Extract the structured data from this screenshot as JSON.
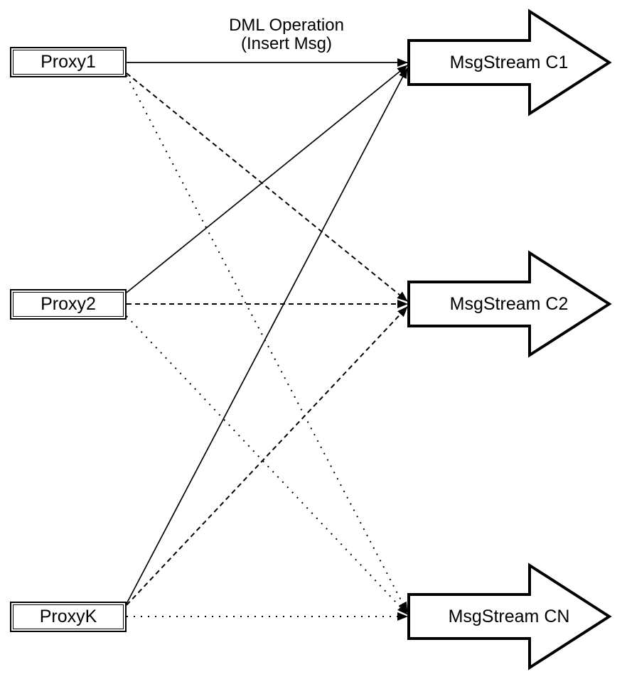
{
  "title_label": {
    "line1": "DML Operation",
    "line2": "(Insert Msg)"
  },
  "proxies": [
    {
      "id": "proxy1",
      "label": "Proxy1"
    },
    {
      "id": "proxy2",
      "label": "Proxy2"
    },
    {
      "id": "proxyK",
      "label": "ProxyK"
    }
  ],
  "streams": [
    {
      "id": "c1",
      "label": "MsgStream C1"
    },
    {
      "id": "c2",
      "label": "MsgStream C2"
    },
    {
      "id": "cn",
      "label": "MsgStream CN"
    }
  ],
  "edges": [
    {
      "from": "proxy1",
      "to": "c1",
      "style": "solid"
    },
    {
      "from": "proxy2",
      "to": "c1",
      "style": "solid"
    },
    {
      "from": "proxyK",
      "to": "c1",
      "style": "solid"
    },
    {
      "from": "proxy1",
      "to": "c2",
      "style": "dashed"
    },
    {
      "from": "proxy2",
      "to": "c2",
      "style": "dashed"
    },
    {
      "from": "proxyK",
      "to": "c2",
      "style": "dashed"
    },
    {
      "from": "proxy1",
      "to": "cn",
      "style": "dotted"
    },
    {
      "from": "proxy2",
      "to": "cn",
      "style": "dotted"
    },
    {
      "from": "proxyK",
      "to": "cn",
      "style": "dotted"
    }
  ],
  "colors": {
    "stroke": "#000000",
    "fill": "#ffffff"
  }
}
